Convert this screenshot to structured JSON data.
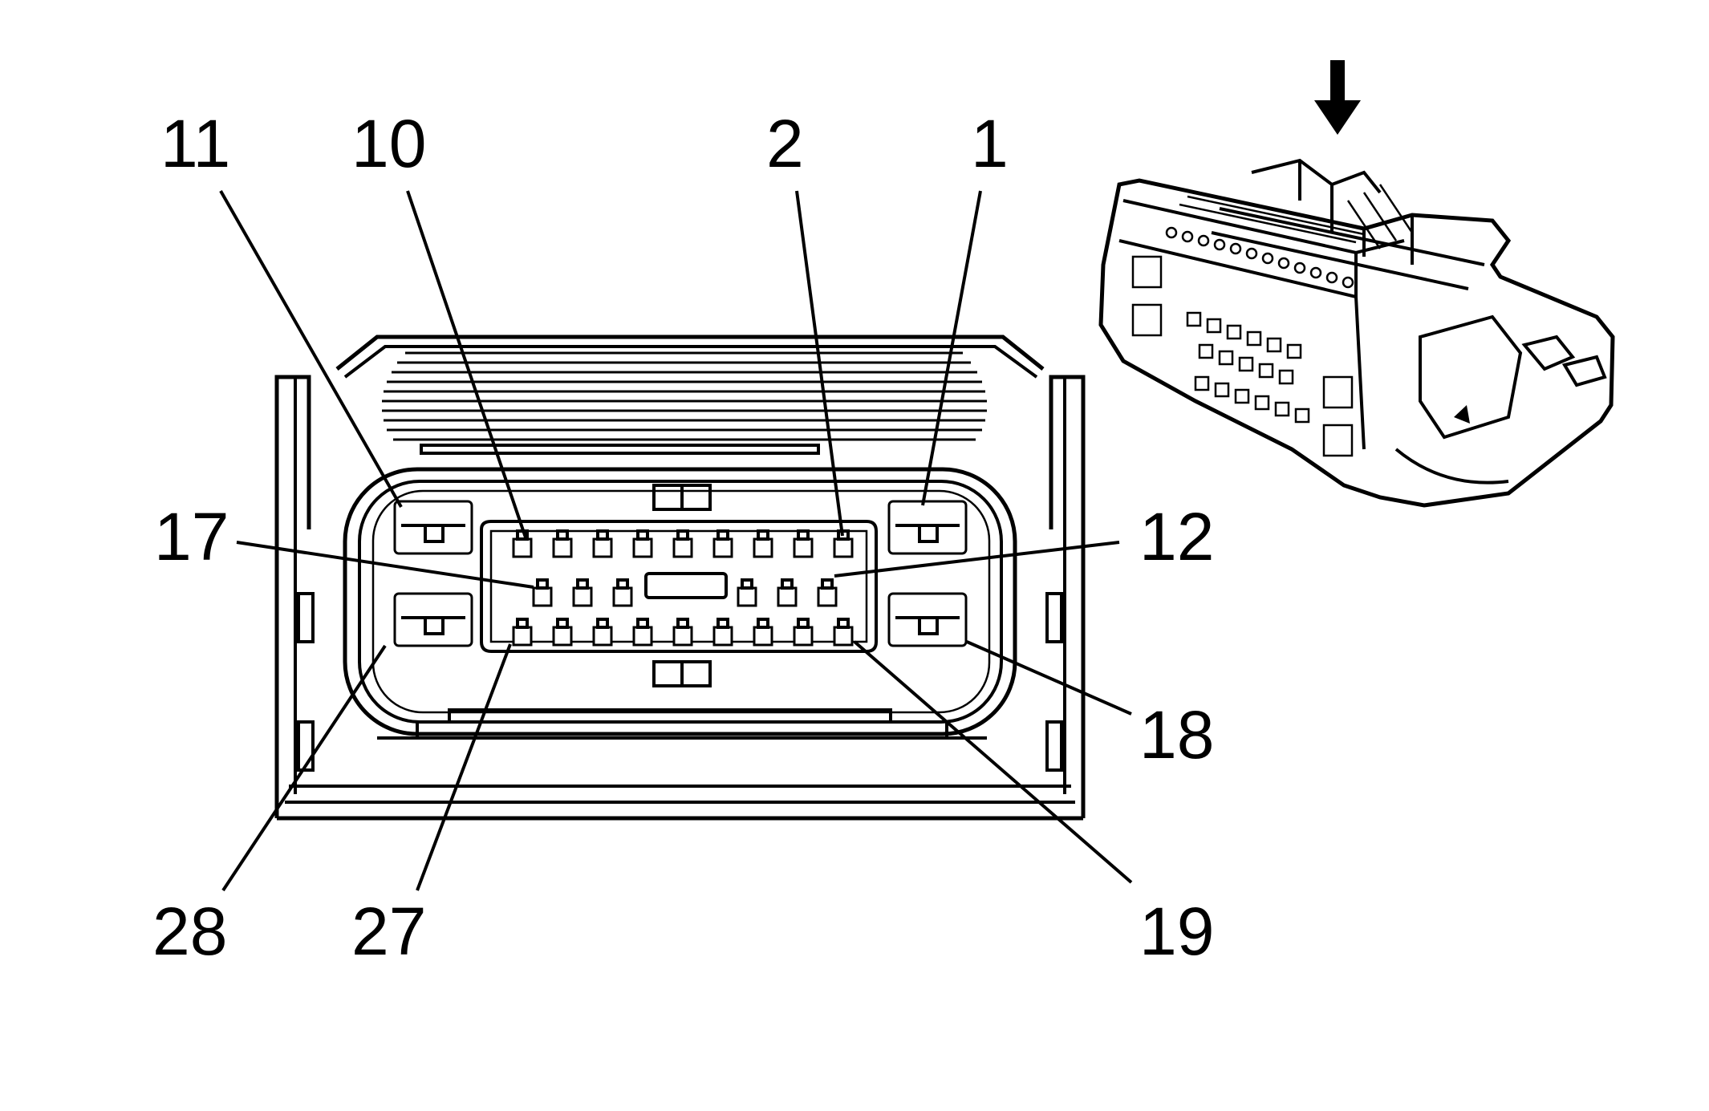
{
  "pin_labels": {
    "p11": "11",
    "p10": "10",
    "p2": "2",
    "p1": "1",
    "p17": "17",
    "p12": "12",
    "p18": "18",
    "p28": "28",
    "p27": "27",
    "p19": "19"
  },
  "icons": {
    "view_arrow": "down-arrow-icon"
  }
}
